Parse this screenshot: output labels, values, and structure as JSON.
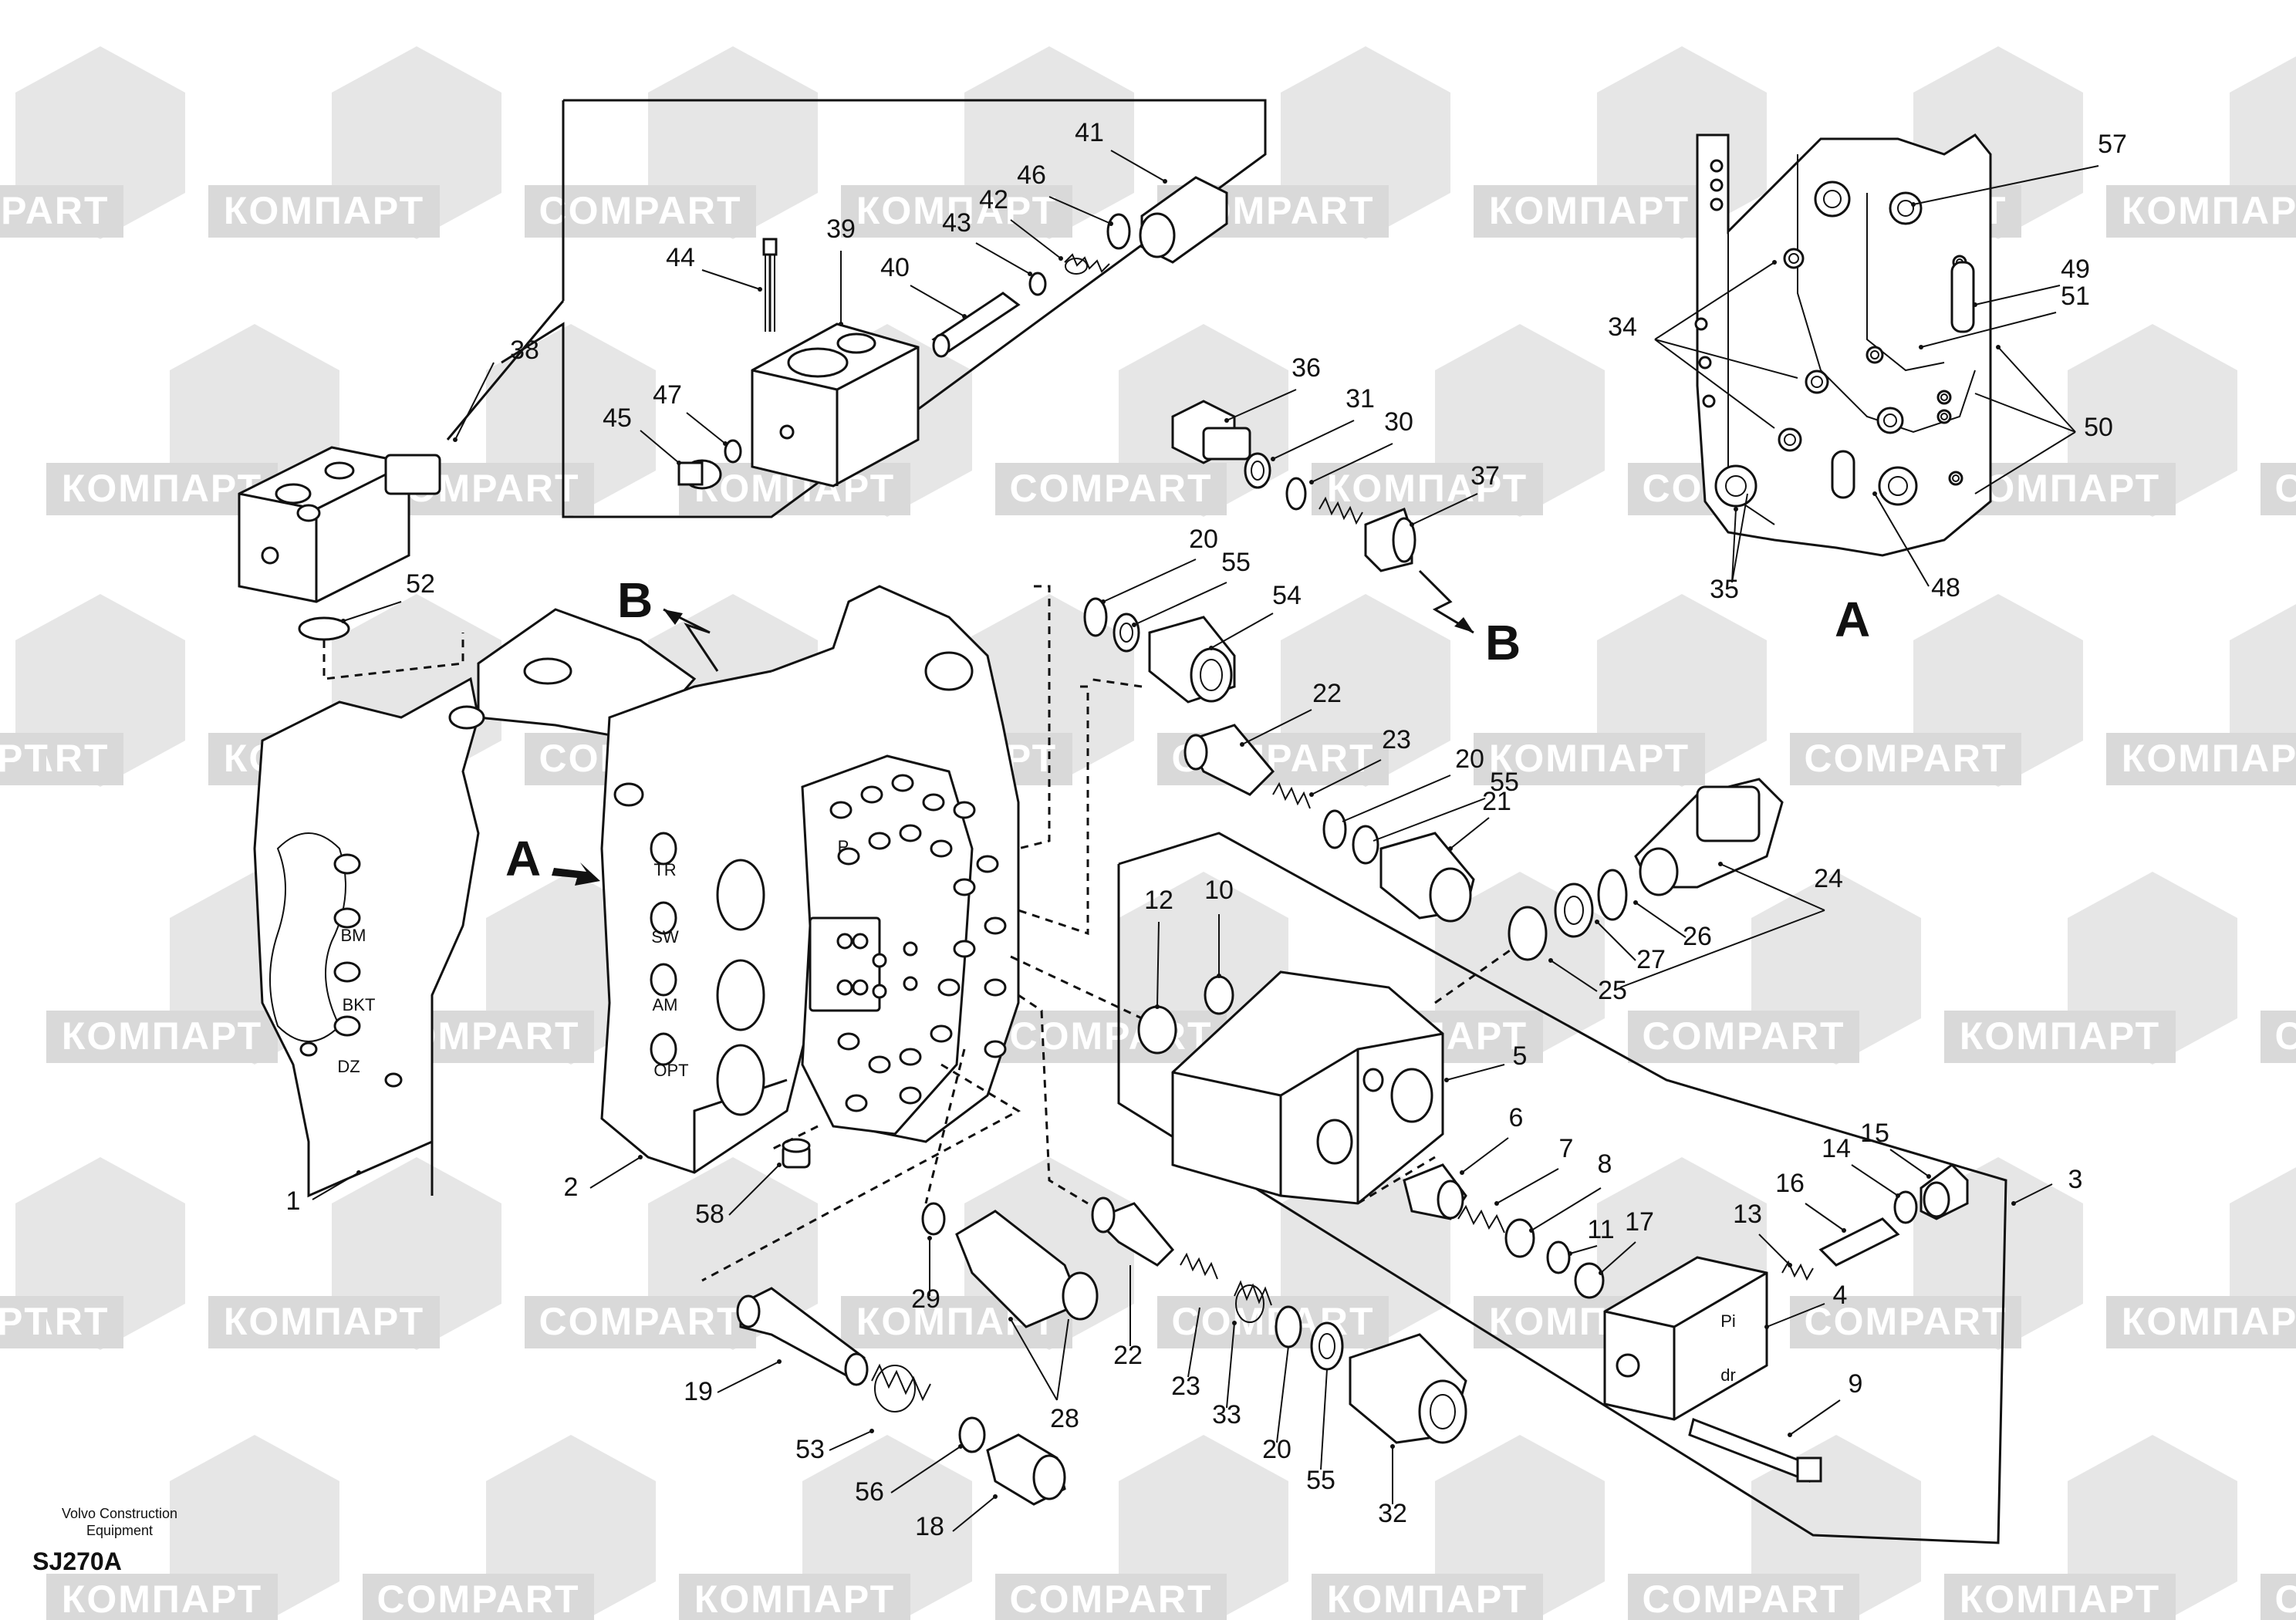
{
  "watermark": {
    "brand_latin": "COMPART",
    "brand_cyrillic": "КОМПАРТ",
    "partial": "PT",
    "band_color": "#d9d9d9"
  },
  "section_labels": {
    "A": "A",
    "B": "B"
  },
  "port_labels": [
    "P",
    "TR",
    "SW",
    "AM",
    "OPT",
    "BM",
    "BKT",
    "DZ",
    "Pi",
    "dr"
  ],
  "callouts": [
    "1",
    "2",
    "3",
    "4",
    "5",
    "6",
    "7",
    "8",
    "9",
    "10",
    "11",
    "12",
    "13",
    "14",
    "15",
    "16",
    "17",
    "18",
    "19",
    "20",
    "21",
    "22",
    "23",
    "24",
    "25",
    "26",
    "27",
    "28",
    "29",
    "30",
    "31",
    "32",
    "33",
    "34",
    "35",
    "36",
    "37",
    "38",
    "39",
    "40",
    "41",
    "42",
    "43",
    "44",
    "45",
    "46",
    "47",
    "48",
    "49",
    "50",
    "51",
    "52",
    "53",
    "54",
    "55",
    "56",
    "57",
    "58"
  ],
  "extra_callouts": [
    "20",
    "55",
    "23",
    "20",
    "55",
    "22",
    "23",
    "20",
    "55"
  ],
  "footer": {
    "manufacturer_line1": "Volvo Construction",
    "manufacturer_line2": "Equipment",
    "model_code": "SJ270A"
  }
}
